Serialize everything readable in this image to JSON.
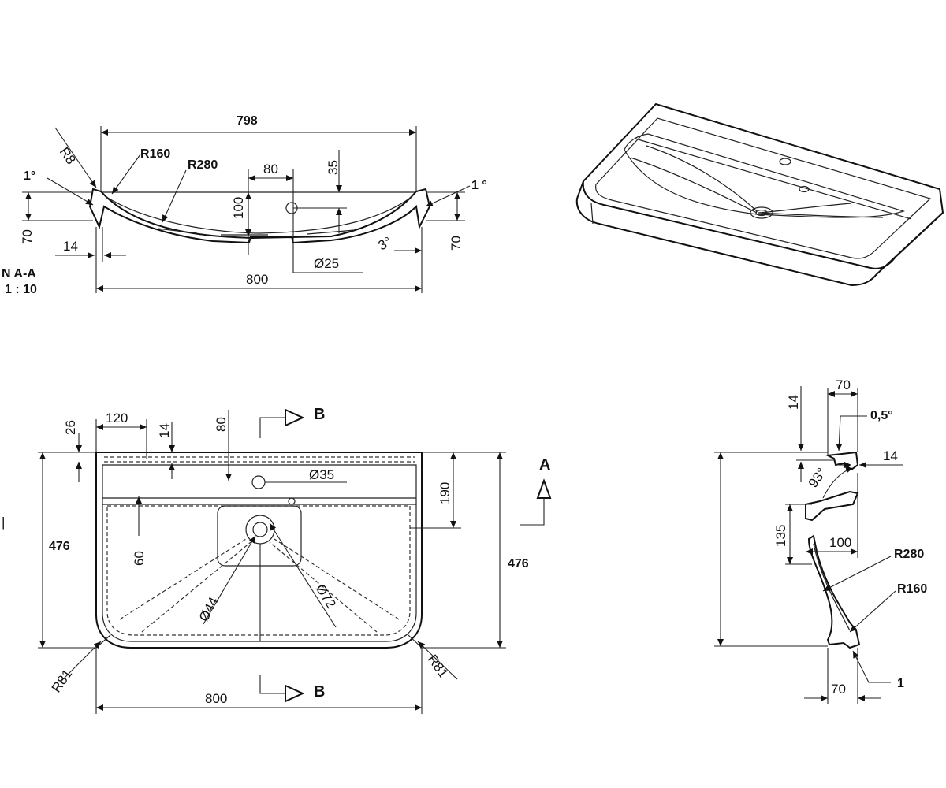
{
  "section_aa": {
    "label_line1": "N A-A",
    "label_line2": "1 : 10",
    "dim_798": "798",
    "dim_800": "800",
    "r8": "R8",
    "r160": "R160",
    "r280": "R280",
    "dim_80": "80",
    "dim_35": "35",
    "dim_100": "100",
    "angle_1_left": "1°",
    "angle_1_right": "1 °",
    "dim_70_left": "70",
    "dim_70_right": "70",
    "dim_14": "14",
    "angle_3": "3°",
    "dia_25": "Ø25"
  },
  "plan": {
    "dim_26": "26",
    "dim_120": "120",
    "dim_14": "14",
    "dim_80": "80",
    "section_b_top": "B",
    "section_b_bottom": "B",
    "dia_35": "Ø35",
    "dim_190": "190",
    "section_a": "A",
    "dim_476_left": "476",
    "dim_476_right": "476",
    "dim_60": "60",
    "dia_44": "Ø44",
    "dia_72": "Ø72",
    "r81_left": "R81",
    "r81_right": "R81",
    "dim_800": "800"
  },
  "side": {
    "dim_70_top": "70",
    "dim_14_vert": "14",
    "angle_05": "0,5°",
    "dim_14_horiz": "14",
    "angle_93": "93°",
    "dim_135": "135",
    "dim_100": "100",
    "r280": "R280",
    "r160": "R160",
    "dim_70_bottom": "70",
    "label_1": "1"
  }
}
